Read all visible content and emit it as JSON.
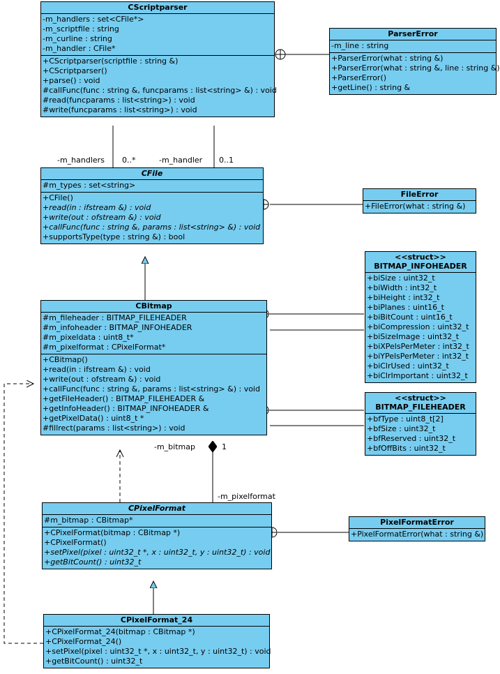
{
  "diagram": {
    "kind": "uml-class-diagram",
    "colors": {
      "class_fill": "#77CDF0",
      "line": "#000000",
      "background": "#ffffff"
    },
    "classes": {
      "cscriptparser": {
        "name": "CScriptparser",
        "stereotype": "",
        "abstract": false,
        "attributes": [
          "-m_handlers : set<CFile*>",
          "-m_scriptfile : string",
          "-m_curline : string",
          "-m_handler : CFile*"
        ],
        "operations": [
          "+CScriptparser(scriptfile : string &)",
          "+CScriptparser()",
          "+parse() : void",
          "#callFunc(func : string &, funcparams : list<string> &) : void",
          "#read(funcparams : list<string>) : void",
          "#write(funcparams : list<string>) : void"
        ]
      },
      "parsererror": {
        "name": "ParserError",
        "stereotype": "",
        "abstract": false,
        "attributes": [
          "-m_line : string"
        ],
        "operations": [
          "+ParserError(what : string &)",
          "+ParserError(what : string &, line : string &)",
          "+ParserError()",
          "+getLine() : string &"
        ]
      },
      "cfile": {
        "name": "CFile",
        "stereotype": "",
        "abstract": true,
        "attributes": [
          "#m_types : set<string>"
        ],
        "operations": [
          "+CFile()",
          "+read(in : ifstream &) : void",
          "+write(out : ofstream &) : void",
          "+callFunc(func : string &, params : list<string> &) : void",
          "+supportsType(type : string &) : bool"
        ],
        "abstract_operations": [
          1,
          2,
          3
        ]
      },
      "fileerror": {
        "name": "FileError",
        "stereotype": "",
        "abstract": false,
        "attributes": [],
        "operations": [
          "+FileError(what : string &)"
        ]
      },
      "cbitmap": {
        "name": "CBitmap",
        "stereotype": "",
        "abstract": false,
        "attributes": [
          "#m_fileheader : BITMAP_FILEHEADER",
          "#m_infoheader : BITMAP_INFOHEADER",
          "#m_pixeldata : uint8_t*",
          "#m_pixelformat : CPixelFormat*"
        ],
        "operations": [
          "+CBitmap()",
          "+read(in : ifstream &) : void",
          "+write(out : ofstream &) : void",
          "+callFunc(func : string &, params : list<string> &) : void",
          "+getFileHeader() : BITMAP_FILEHEADER &",
          "+getInfoHeader() : BITMAP_INFOHEADER &",
          "+getPixelData() : uint8_t *",
          "#fillrect(params : list<string>) : void"
        ]
      },
      "bitmap_infoheader": {
        "name": "BITMAP_INFOHEADER",
        "stereotype": "<<struct>>",
        "abstract": false,
        "attributes": [
          "+biSize : uint32_t",
          "+biWidth : int32_t",
          "+biHeight : int32_t",
          "+biPlanes : uint16_t",
          "+biBitCount : uint16_t",
          "+biCompression : uint32_t",
          "+biSizeImage : uint32_t",
          "+biXPelsPerMeter : int32_t",
          "+biYPelsPerMeter : int32_t",
          "+biClrUsed : uint32_t",
          "+biClrImportant : uint32_t"
        ],
        "operations": []
      },
      "bitmap_fileheader": {
        "name": "BITMAP_FILEHEADER",
        "stereotype": "<<struct>>",
        "abstract": false,
        "attributes": [
          "+bfType : uint8_t[2]",
          "+bfSize : uint32_t",
          "+bfReserved : uint32_t",
          "+bfOffBits : uint32_t"
        ],
        "operations": []
      },
      "cpixelformat": {
        "name": "CPixelFormat",
        "stereotype": "",
        "abstract": true,
        "attributes": [
          "#m_bitmap : CBitmap*"
        ],
        "operations": [
          "+CPixelFormat(bitmap : CBitmap *)",
          "+CPixelFormat()",
          "+setPixel(pixel : uint32_t *, x : uint32_t, y : uint32_t) : void",
          "+getBitCount() : uint32_t"
        ],
        "abstract_operations": [
          2,
          3
        ]
      },
      "pixelformaterror": {
        "name": "PixelFormatError",
        "stereotype": "",
        "abstract": false,
        "attributes": [],
        "operations": [
          "+PixelFormatError(what : string &)"
        ]
      },
      "cpixelformat_24": {
        "name": "CPixelFormat_24",
        "stereotype": "",
        "abstract": false,
        "attributes": [],
        "operations": [
          "+CPixelFormat_24(bitmap : CBitmap *)",
          "+CPixelFormat_24()",
          "+setPixel(pixel : uint32_t *, x : uint32_t, y : uint32_t) : void",
          "+getBitCount() : uint32_t"
        ]
      }
    },
    "edge_labels": {
      "handlers_role": "-m_handlers",
      "handlers_mult": "0..*",
      "handler_role": "-m_handler",
      "handler_mult": "0..1",
      "bitmap_role": "-m_bitmap",
      "bitmap_mult": "1",
      "pixelformat_role": "-m_pixelformat"
    }
  }
}
